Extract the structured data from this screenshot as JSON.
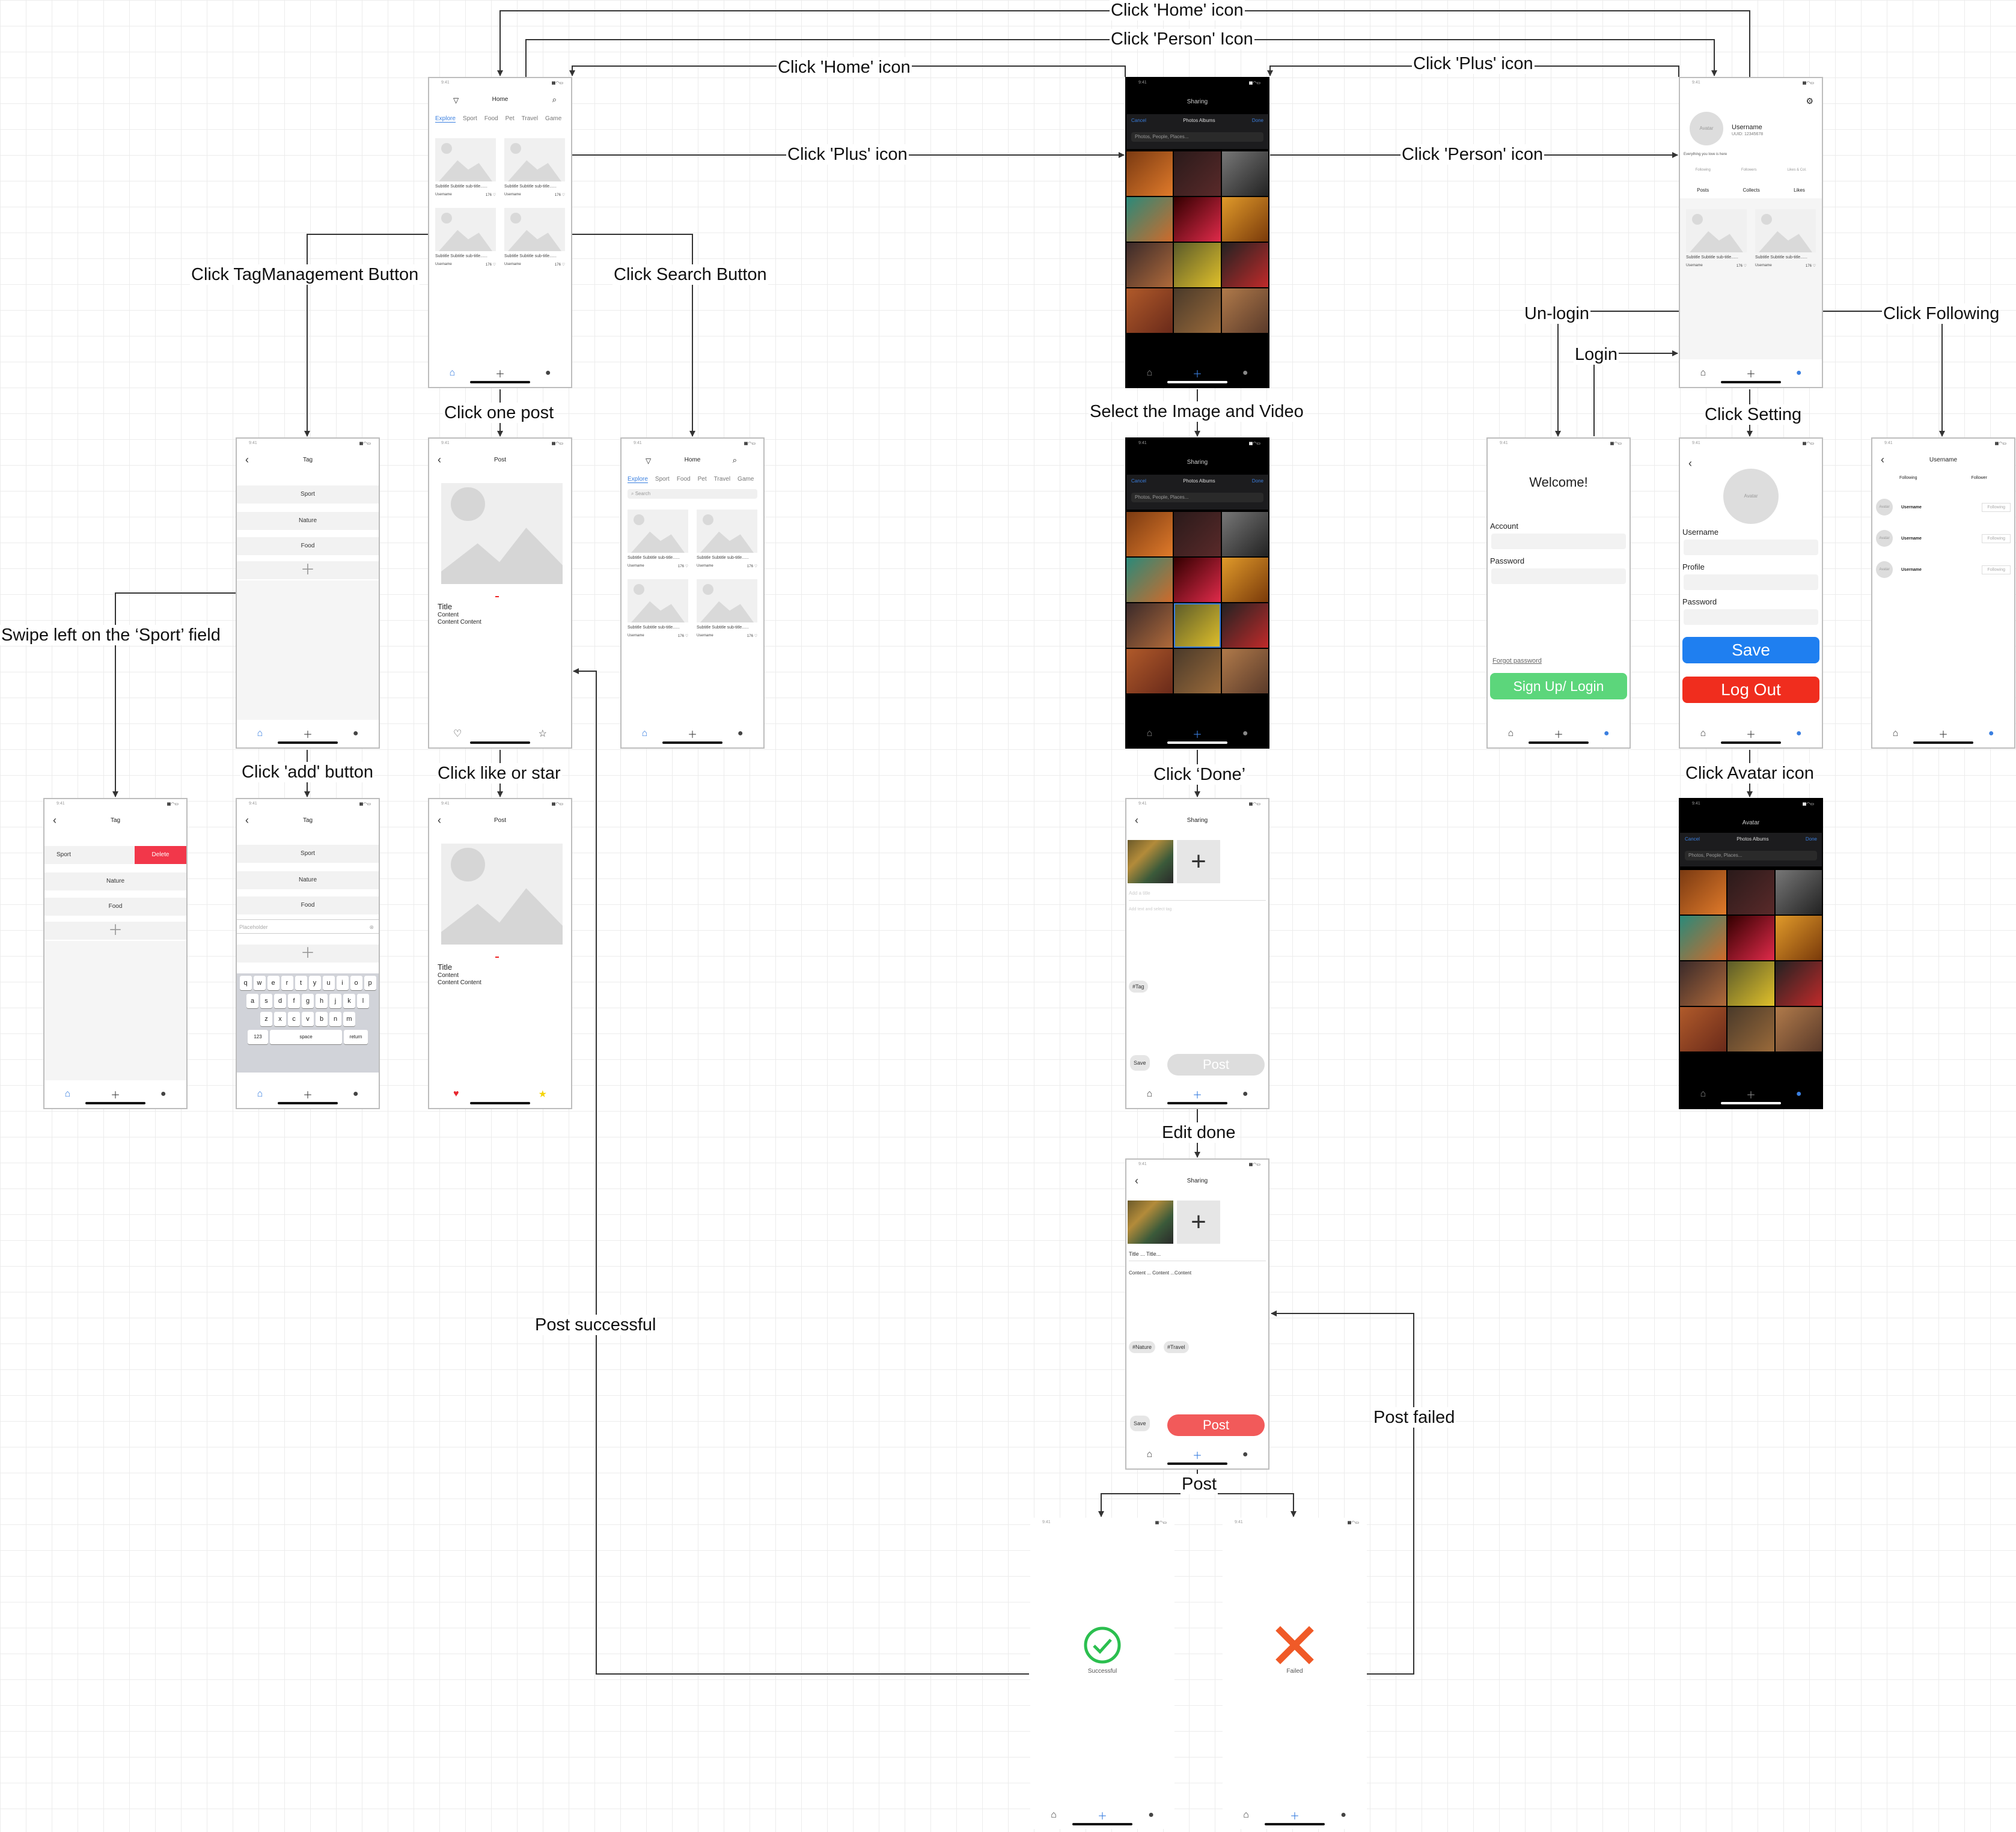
{
  "edges": {
    "click_home_icon_top": "Click 'Home' icon",
    "click_person_icon_top": "Click 'Person' Icon",
    "click_home_icon": "Click 'Home' icon",
    "click_plus_icon_right": "Click 'Plus' icon",
    "click_plus_icon": "Click 'Plus' icon",
    "click_person_icon": "Click 'Person' icon",
    "click_tag_management": "Click TagManagement Button",
    "click_search": "Click Search Button",
    "un_login": "Un-login",
    "login": "Login",
    "click_following": "Click Following",
    "click_one_post": "Click one post",
    "select_media": "Select the Image and Video",
    "click_setting": "Click Setting",
    "swipe_left": "Swipe left on the ‘Sport’ field",
    "click_add": "Click 'add' button",
    "click_like_star": "Click like or star",
    "click_done": "Click ‘Done’",
    "click_avatar": "Click Avatar icon",
    "edit_done": "Edit done",
    "post_successful": "Post successful",
    "post_failed": "Post failed",
    "post": "Post"
  },
  "home": {
    "title": "Home",
    "tabs": [
      "Explore",
      "Sport",
      "Food",
      "Pet",
      "Travel",
      "Game"
    ],
    "card_subtitle": "Subtitle Subtitle sub-title......",
    "card_user": "Username",
    "card_likes": "176"
  },
  "tag": {
    "title": "Tag",
    "items": [
      "Sport",
      "Nature",
      "Food"
    ],
    "delete": "Delete",
    "placeholder": "Placeholder",
    "keys_row1": [
      "q",
      "w",
      "e",
      "r",
      "t",
      "y",
      "u",
      "i",
      "o",
      "p"
    ],
    "keys_row2": [
      "a",
      "s",
      "d",
      "f",
      "g",
      "h",
      "j",
      "k",
      "l"
    ],
    "keys_row3": [
      "z",
      "x",
      "c",
      "v",
      "b",
      "n",
      "m"
    ],
    "key_123": "123",
    "key_space": "space",
    "key_return": "return"
  },
  "post": {
    "title": "Post",
    "post_title": "Title",
    "content": "Content",
    "content2": "Content Content"
  },
  "search": {
    "placeholder": "Search"
  },
  "sharing": {
    "title": "Sharing",
    "cancel": "Cancel",
    "photos": "Photos",
    "albums": "Albums",
    "done": "Done",
    "search": "Photos, People, Places...",
    "add_title": "Add a title",
    "add_text": "Add text and select tag",
    "tag": "#Tag",
    "save": "Save",
    "post": "Post",
    "title_filled": "Title ... Title...",
    "content_filled": "Content ... Content ...Content",
    "tag_nature": "#Nature",
    "tag_travel": "#Travel"
  },
  "result": {
    "successful": "Successful",
    "failed": "Failed"
  },
  "profile": {
    "avatar": "Avatar",
    "username": "Username",
    "uuid": "UUID: 12345678",
    "bio": "Everything you love is here",
    "stats": [
      "Following",
      "Followers",
      "Likes & Col."
    ],
    "tabs": [
      "Posts",
      "Collects",
      "Likes"
    ]
  },
  "login": {
    "welcome": "Welcome!",
    "account": "Account",
    "password": "Password",
    "forgot": "Forgot password",
    "button": "Sign Up/ Login"
  },
  "settings": {
    "avatar": "Avatar",
    "username": "Username",
    "profile": "Profile",
    "password": "Password",
    "save": "Save",
    "logout": "Log Out"
  },
  "following": {
    "title": "Username",
    "tab_following": "Following",
    "tab_follower": "Follower",
    "avatar": "Avatar",
    "user": "Username",
    "button": "Following"
  },
  "avatar_picker": {
    "title": "Avatar"
  },
  "status_time": "9:41",
  "colors": {
    "accent": "#3a7fe0",
    "save_blue": "#1f7ff0",
    "logout_red": "#f02d1e",
    "login_green": "#5cd67b",
    "post_red": "#f25a5a",
    "delete_red": "#f2374a",
    "like_red": "#e8262e",
    "star_yellow": "#f5d40a",
    "success_green": "#2bbf4f",
    "fail_orange": "#f05a28"
  }
}
